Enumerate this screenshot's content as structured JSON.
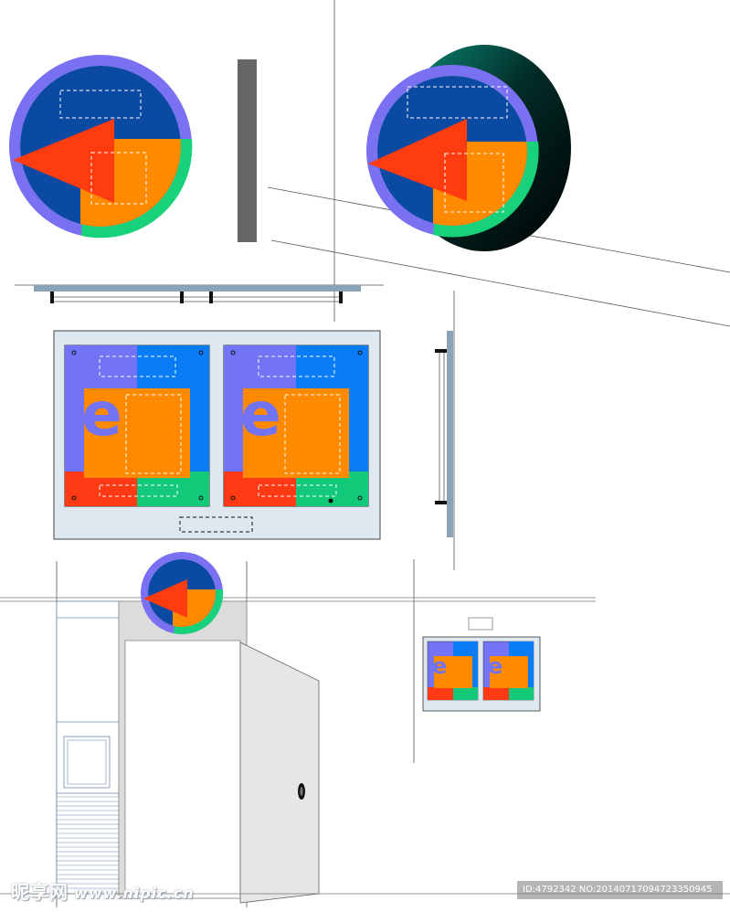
{
  "watermark": {
    "site_cn": "昵享网",
    "site_url": "www.nipic.cn",
    "image_info": "ID:4792342 NO:20140717094723350945"
  },
  "palette": {
    "ring_purple": "#7a70f2",
    "ring_green": "#17d27a",
    "inner_blue": "#0b4aa3",
    "arrow_red": "#ff3b10",
    "panel_orange": "#ff8a00",
    "panel_purple": "#7373f5",
    "panel_blue": "#0a7cf6",
    "panel_red": "#ff3a14",
    "panel_green": "#12c97a",
    "board_bg": "#dde8f0",
    "steel": "#8aa3b8",
    "wall_grey": "#dcdcdc",
    "pole_grey": "#666666"
  },
  "icons": [
    "arrow-left-icon",
    "letter-e-mark"
  ]
}
